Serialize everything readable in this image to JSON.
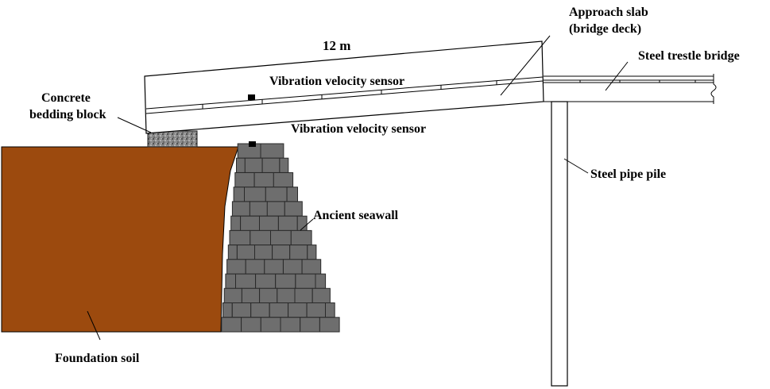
{
  "labels": {
    "approach_slab_line1": "Approach slab",
    "approach_slab_line2": "(bridge deck)",
    "dimension": "12 m",
    "trestle_bridge": "Steel trestle bridge",
    "sensor_top": "Vibration velocity sensor",
    "sensor_bottom": "Vibration velocity sensor",
    "bedding_block_line1": "Concrete",
    "bedding_block_line2": "bedding block",
    "pipe_pile": "Steel pipe pile",
    "seawall": "Ancient seawall",
    "foundation_soil": "Foundation soil"
  },
  "colors": {
    "soil": "#9c4a0e",
    "seawall_brick": "#6e6e6e",
    "seawall_mortar": "#2a2a2a",
    "bedding_block": "#7a7a7a",
    "sensor": "#000000",
    "line": "#000000"
  }
}
